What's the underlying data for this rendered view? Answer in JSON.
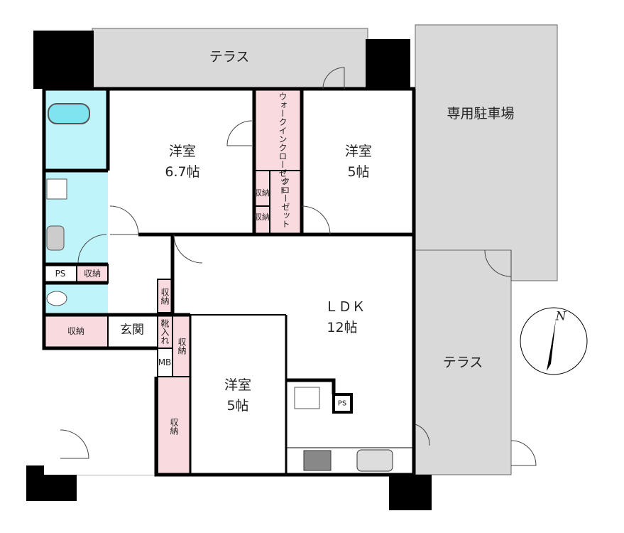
{
  "colors": {
    "wall": "#000000",
    "outdoor": "#d9d9d9",
    "water": "#bff4fb",
    "storage": "#f9dade"
  },
  "outdoor": {
    "terrace_top": "テラス",
    "parking": "専用駐車場",
    "terrace_right": "テラス"
  },
  "rooms": {
    "bedroom_west": {
      "name": "洋室",
      "size": "6.7帖"
    },
    "bedroom_east": {
      "name": "洋室",
      "size": "5帖"
    },
    "ldk": {
      "name": "ＬＤＫ",
      "size": "12帖"
    },
    "bedroom_south": {
      "name": "洋室",
      "size": "5帖"
    },
    "walk_in_closet": "ウォークインクローゼット",
    "closet": "クローゼット",
    "storage_a": "収納",
    "storage_b": "収納",
    "ps_left": "PS",
    "storage_c": "収納",
    "storage_d": "収納",
    "storage_hall": "収納",
    "entrance": "玄関",
    "shoe_box": "靴入れ",
    "storage_e": "収納",
    "mb": "MB",
    "storage_f": "収納",
    "ps_kitchen": "PS"
  },
  "compass": {
    "label": "N"
  }
}
